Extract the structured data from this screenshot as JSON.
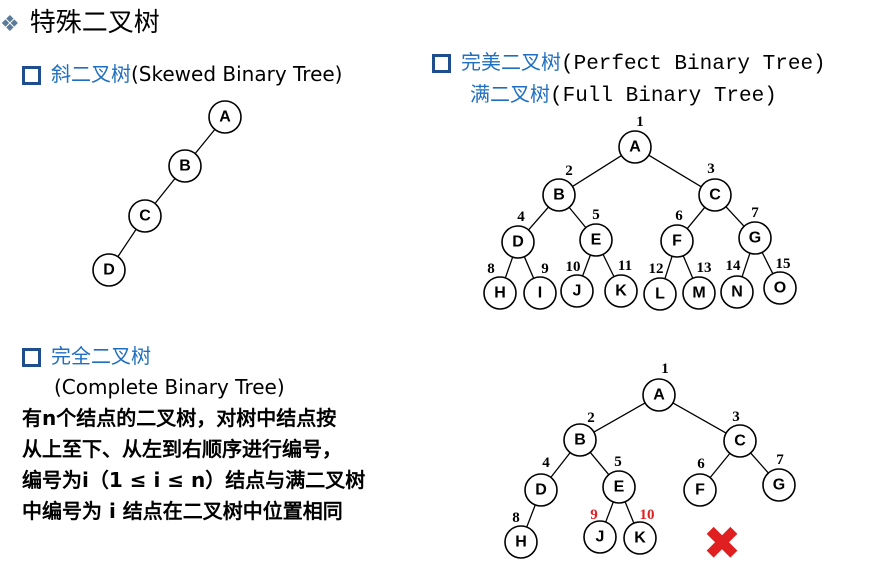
{
  "title": "特殊二叉树",
  "skewed": {
    "cn": "斜二叉树",
    "en": "(Skewed Binary Tree)",
    "nodes": [
      "A",
      "B",
      "C",
      "D"
    ]
  },
  "perfect": {
    "cn1": "完美二叉树",
    "en1": "(Perfect Binary Tree)",
    "cn2": "满二叉树",
    "en2": "(Full Binary Tree)",
    "nodes": [
      "A",
      "B",
      "C",
      "D",
      "E",
      "F",
      "G",
      "H",
      "I",
      "J",
      "K",
      "L",
      "M",
      "N",
      "O"
    ],
    "indices": [
      "1",
      "2",
      "3",
      "4",
      "5",
      "6",
      "7",
      "8",
      "9",
      "10",
      "11",
      "12",
      "13",
      "14",
      "15"
    ]
  },
  "complete": {
    "cn": "完全二叉树",
    "en": "(Complete Binary Tree)",
    "desc": [
      "有n个结点的二叉树，对树中结点按",
      "从上至下、从左到右顺序进行编号，",
      "编号为i（1 ≤ i ≤ n）结点与满二叉树",
      "中编号为 i 结点在二叉树中位置相同"
    ],
    "nodes": [
      "A",
      "B",
      "C",
      "D",
      "E",
      "F",
      "G",
      "H",
      "J",
      "K"
    ],
    "indices": [
      "1",
      "2",
      "3",
      "4",
      "5",
      "6",
      "7",
      "8",
      "9",
      "10"
    ],
    "invalid_mark": "✖",
    "invalid_color": "#e02020"
  }
}
